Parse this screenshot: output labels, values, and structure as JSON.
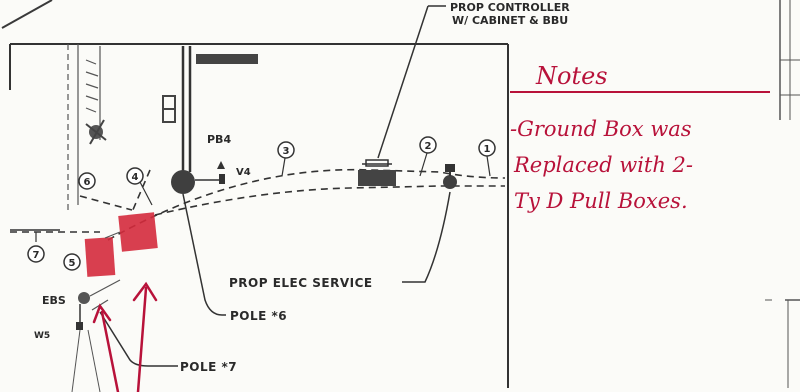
{
  "labels": {
    "controller_line1": "PROP CONTROLLER",
    "controller_line2": "W/ CABINET & BBU",
    "pb": "PB4",
    "v": "V4",
    "elec_service": "PROP ELEC SERVICE",
    "pole6": "POLE *6",
    "pole7": "POLE *7",
    "ebs": "EBS",
    "ws": "W5"
  },
  "markers": {
    "m1": "1",
    "m2": "2",
    "m3": "3",
    "m4": "4",
    "m5": "5",
    "m6": "6",
    "m7": "7"
  },
  "notes": {
    "title": "Notes",
    "line1": "-Ground Box was",
    "line2": "Replaced with 2-",
    "line3": "Ty D Pull Boxes."
  },
  "colors": {
    "ink": "#2a2a2a",
    "annotation_red": "#b8123a",
    "pull_box_fill": "#d42a3c"
  }
}
